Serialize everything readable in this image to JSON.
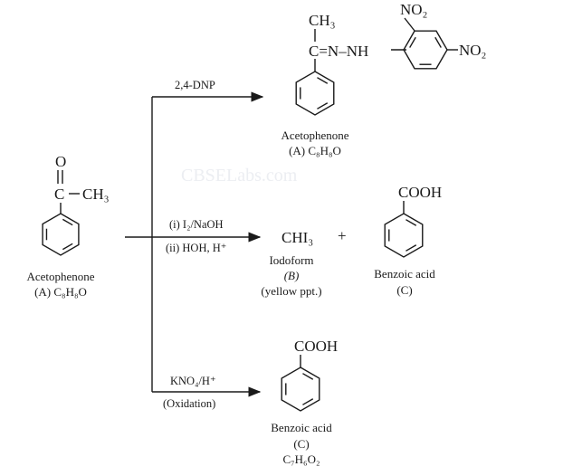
{
  "watermark": "CBSELabs.com",
  "reactant": {
    "oxygen": "O",
    "carbon": "C",
    "methyl": "CH₃",
    "name": "Acetophenone",
    "formula": "(A) C₈H₈O"
  },
  "reaction_dnp": {
    "reagent": "2,4-DNP",
    "product": {
      "methyl": "CH₃",
      "chain": "C=N–NH",
      "nitro_ortho": "NO₂",
      "nitro_para": "NO₂",
      "name": "Acetophenone",
      "formula": "(A) C₈H₈O"
    }
  },
  "reaction_iodoform": {
    "reagent_1": "(i) I₂/NaOH",
    "reagent_2": "(ii) HOH, H⁺",
    "product_1": {
      "formula": "CHI₃",
      "name": "Iodoform",
      "code": "(B)",
      "note": "(yellow ppt.)"
    },
    "plus": "+",
    "product_2": {
      "group": "COOH",
      "name": "Benzoic acid",
      "code": "(C)"
    }
  },
  "reaction_oxidation": {
    "reagent": "KNO₄/H⁺",
    "condition": "(Oxidation)",
    "product": {
      "group": "COOH",
      "name": "Benzoic acid",
      "code": "(C)",
      "formula": "C₇H₆O₂"
    }
  }
}
